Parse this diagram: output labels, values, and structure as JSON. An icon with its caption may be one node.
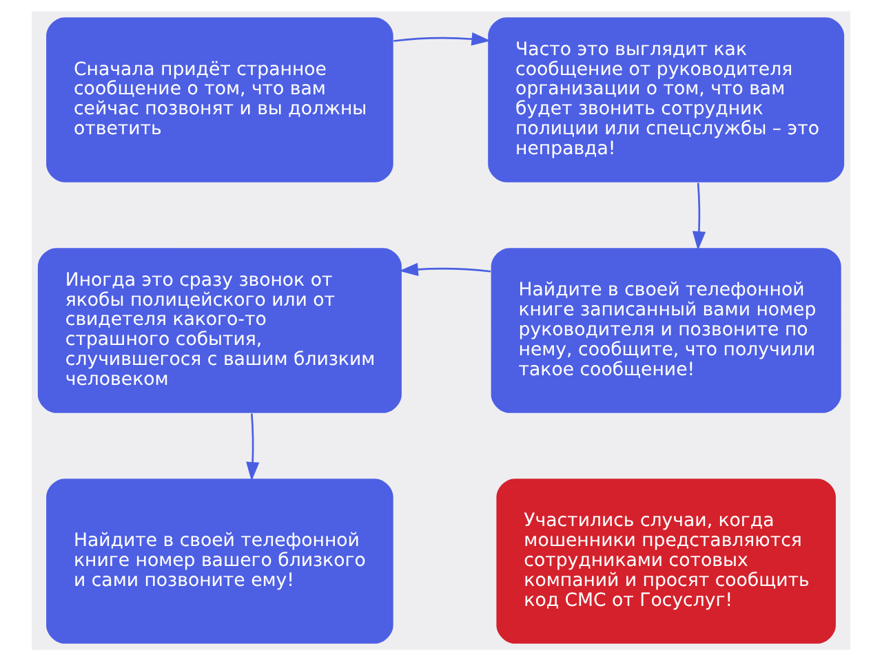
{
  "diagram": {
    "nodes": [
      {
        "text": [
          "Сначала придёт странное сообщение о том, что вам сейчас позвонят и вы должны ответить"
        ]
      },
      {
        "text": [
          "Часто это выглядит как сообщение от руководителя организации о том, что вам будет звонить сотрудник полиции или спецслужбы – это неправда!"
        ]
      },
      {
        "text": [
          "Иногда это сразу звонок от якобы полицейского или от свидетеля какого-то страшного события, случившегося с вашим близким человеком"
        ]
      },
      {
        "text": [
          "Найдите в своей телефонной книге записанный вами номер руководителя и позвоните по нему, сообщите, что получили такое сообщение!"
        ]
      },
      {
        "text": [
          "Найдите в своей телефонной книге номер вашего близкого и сами позвоните ему!"
        ]
      },
      {
        "text": [
          "Участились случаи, когда мошенники представляются сотрудниками сотовых компаний и просят сообщить код СМС от Госуслуг!"
        ]
      }
    ],
    "edges": [
      {
        "from": 0,
        "to": 1,
        "arrow": "to"
      },
      {
        "from": 1,
        "to": 3,
        "arrow": "to"
      },
      {
        "from": 3,
        "to": 2,
        "arrow": "to"
      },
      {
        "from": 2,
        "to": 4,
        "arrow": "to"
      }
    ]
  }
}
